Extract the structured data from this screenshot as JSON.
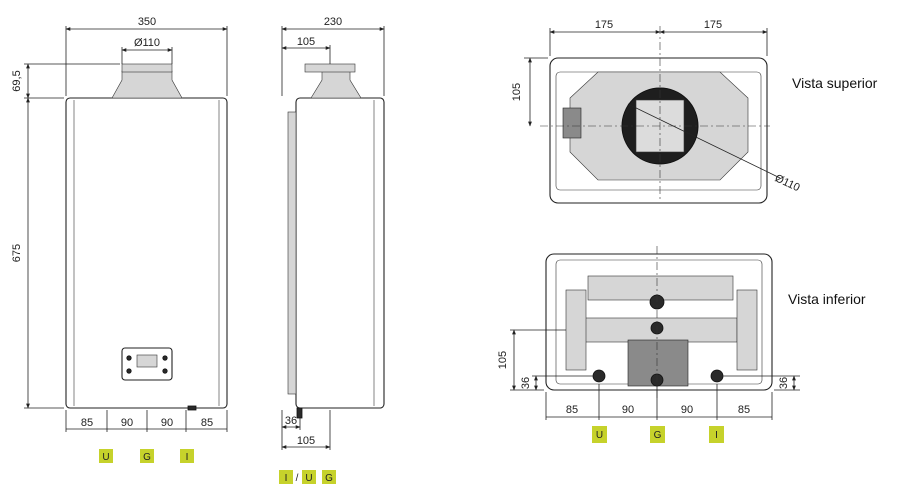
{
  "colors": {
    "badge": "#c6d22b",
    "line": "#222222"
  },
  "front": {
    "width": "350",
    "flue_diameter": "Ø110",
    "height_top": "69,5",
    "height_body": "675",
    "bottom_spacing": [
      "85",
      "90",
      "90",
      "85"
    ],
    "connections": [
      "U",
      "G",
      "I"
    ]
  },
  "side": {
    "depth": "230",
    "flue_offset": "105",
    "bottom_offset": "36",
    "bottom_depth": "105",
    "connections": [
      "I",
      "U",
      "G"
    ],
    "separator": "/"
  },
  "top_view": {
    "label": "Vista superior",
    "half_widths": [
      "175",
      "175"
    ],
    "depth_offset": "105",
    "flue_diameter": "Ø110"
  },
  "bottom_view": {
    "label": "Vista inferior",
    "height": "105",
    "left_offset": "36",
    "right_offset": "36",
    "spacing": [
      "85",
      "90",
      "90",
      "85"
    ],
    "connections": [
      "U",
      "G",
      "I"
    ]
  }
}
